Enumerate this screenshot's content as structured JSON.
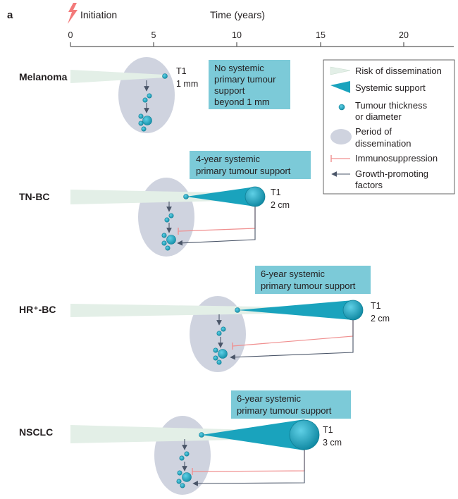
{
  "panel_label": "a",
  "timeline": {
    "initiation_label": "Initiation",
    "axis_title": "Time (years)",
    "ticks": [
      "0",
      "5",
      "10",
      "15",
      "20"
    ]
  },
  "rows": [
    {
      "label": "Melanoma",
      "size_class": "T1",
      "size_value": "1 mm",
      "callout": [
        "No systemic",
        "primary tumour",
        "support",
        "beyond 1 mm"
      ]
    },
    {
      "label": "TN-BC",
      "size_class": "T1",
      "size_value": "2 cm",
      "callout": [
        "4-year systemic",
        "primary tumour support"
      ]
    },
    {
      "label": "HR⁺-BC",
      "size_class": "T1",
      "size_value": "2 cm",
      "callout": [
        "6-year systemic",
        "primary tumour support"
      ]
    },
    {
      "label": "NSCLC",
      "size_class": "T1",
      "size_value": "3 cm",
      "callout": [
        "6-year systemic",
        "primary tumour support"
      ]
    }
  ],
  "legend": {
    "items": [
      {
        "icon": "light-wedge-icon",
        "lines": [
          "Risk of dissemination"
        ]
      },
      {
        "icon": "teal-wedge-icon",
        "lines": [
          "Systemic support"
        ]
      },
      {
        "icon": "tumour-dot-icon",
        "lines": [
          "Tumour thickness",
          "or diameter"
        ]
      },
      {
        "icon": "grey-ellipse-icon",
        "lines": [
          "Period of",
          "dissemination"
        ]
      },
      {
        "icon": "red-inhibit-line-icon",
        "lines": [
          "Immunosuppression"
        ]
      },
      {
        "icon": "dark-arrow-icon",
        "lines": [
          "Growth-promoting",
          "factors"
        ]
      }
    ]
  },
  "colors": {
    "teal": "#1aa3bd",
    "teal_dark": "#0e7f96",
    "light_teal": "#e3efe7",
    "box_teal": "#7ccad8",
    "period_grey": "#cfd3df",
    "immuno_red": "#f08f8f",
    "arrow_dark": "#4a5568",
    "lightning": "#f37a7a"
  }
}
